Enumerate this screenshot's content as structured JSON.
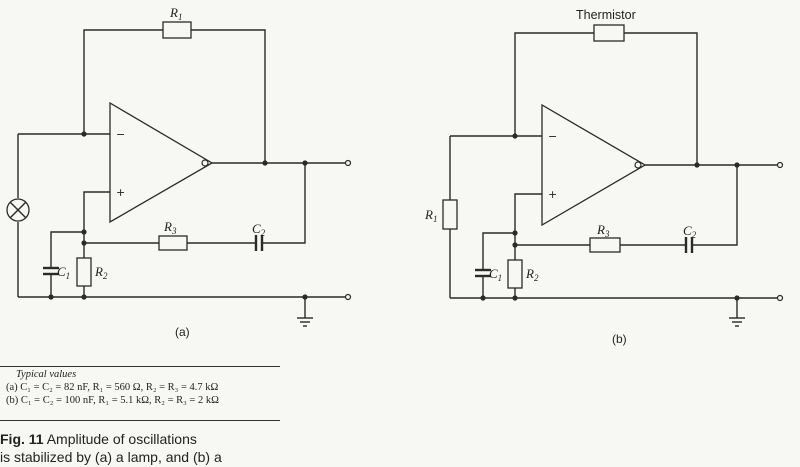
{
  "labels": {
    "r1": "R",
    "r1_sub": "1",
    "r2": "R",
    "r2_sub": "2",
    "r3": "R",
    "r3_sub": "3",
    "c1": "C",
    "c1_sub": "1",
    "c2": "C",
    "c2_sub": "2",
    "minus": "−",
    "plus": "+",
    "thermistor": "Thermistor"
  },
  "panel_a": {
    "label": "(a)"
  },
  "panel_b": {
    "label": "(b)"
  },
  "typical": {
    "heading": "Typical values",
    "line_a": "(a) C₁ = C₂ = 82 nF, R₁ = 560 Ω, R₂ = R₃ = 4.7 kΩ",
    "line_b": "(b) C₁ = C₂ = 100 nF, R₁ = 5.1 kΩ, R₂ = R₃ = 2 kΩ"
  },
  "caption": {
    "fig": "Fig.    11",
    "line1_rest": "  Amplitude of oscillations",
    "line2": "is stabilized by (a) a lamp, and (b) a"
  }
}
